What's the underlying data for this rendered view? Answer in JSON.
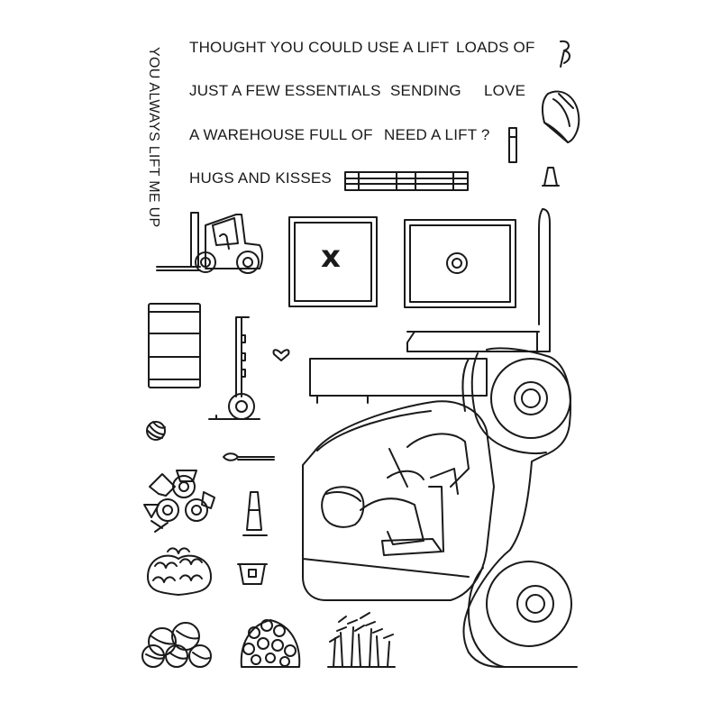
{
  "sentiments": {
    "line1": "THOUGHT YOU COULD USE A LIFT",
    "loads_of": "LOADS OF",
    "essentials": "JUST A FEW ESSENTIALS",
    "sending": "SENDING",
    "love": "LOVE",
    "warehouse": "A WAREHOUSE FULL OF",
    "need_lift": "NEED A LIFT ?",
    "hugs": "HUGS AND KISSES",
    "vertical": "YOU ALWAYS LIFT ME UP"
  },
  "boxes": {
    "x_letter": "x",
    "o_letter": "o"
  },
  "colors": {
    "ink": "#1a1a1a",
    "paper": "#ffffff"
  }
}
